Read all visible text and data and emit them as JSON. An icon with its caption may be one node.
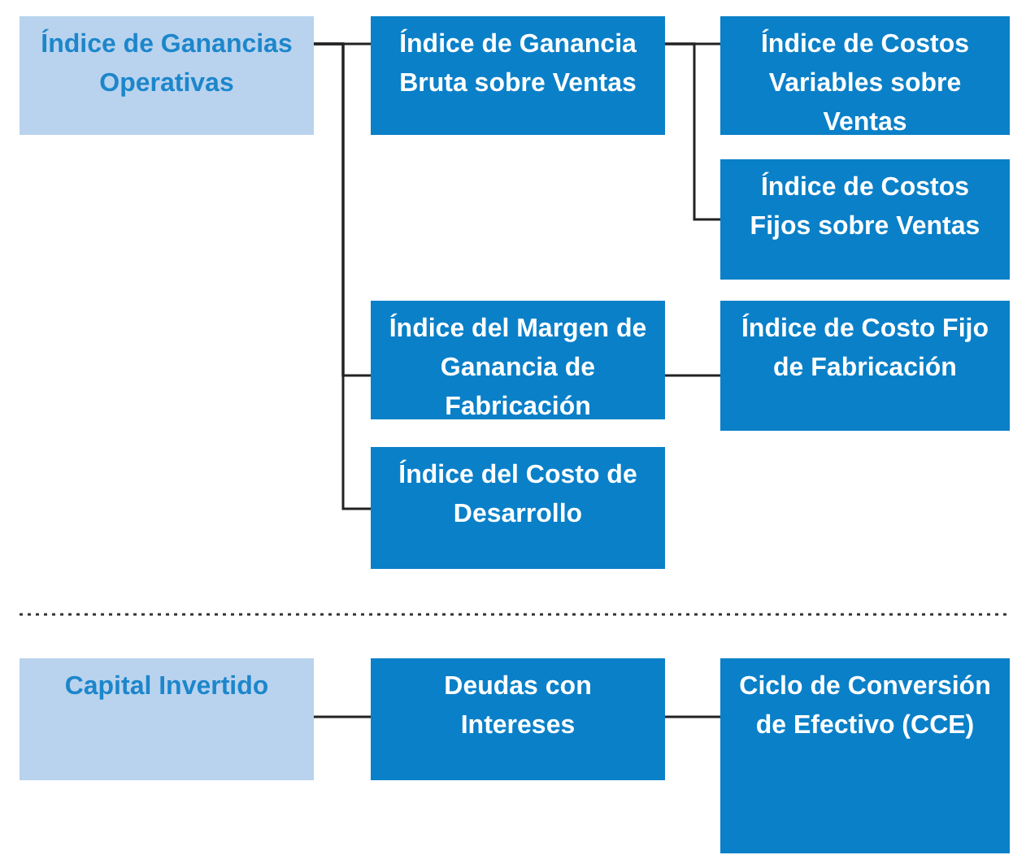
{
  "diagram": {
    "nodes": [
      {
        "text": [
          "Índice de Ganancias Operativas"
        ]
      },
      {
        "text": [
          "Índice de Ganancia Bruta sobre Ventas"
        ]
      },
      {
        "text": [
          "Índice de Costos Variables sobre Ventas"
        ]
      },
      {
        "text": [
          "Índice de Costos Fijos sobre Ventas"
        ]
      },
      {
        "text": [
          "Índice del Margen de Ganancia de Fabricación"
        ]
      },
      {
        "text": [
          "Índice de Costo Fijo de Fabricación"
        ]
      },
      {
        "text": [
          "Índice del Costo de Desarrollo"
        ]
      },
      {
        "text": [
          "Capital Invertido"
        ]
      },
      {
        "text": [
          "Deudas con Intereses"
        ]
      },
      {
        "text": [
          "Ciclo de Conversión de Efectivo (CCE)"
        ]
      }
    ],
    "edges": [
      {
        "from": 0,
        "to": 1,
        "arrow": "none"
      },
      {
        "from": 0,
        "to": 4,
        "arrow": "none"
      },
      {
        "from": 0,
        "to": 6,
        "arrow": "none"
      },
      {
        "from": 1,
        "to": 2,
        "arrow": "none"
      },
      {
        "from": 1,
        "to": 3,
        "arrow": "none"
      },
      {
        "from": 4,
        "to": 5,
        "arrow": "none"
      },
      {
        "from": 7,
        "to": 8,
        "arrow": "none"
      },
      {
        "from": 8,
        "to": 9,
        "arrow": "none"
      }
    ]
  }
}
